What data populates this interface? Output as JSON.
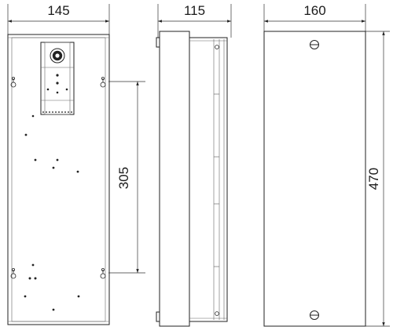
{
  "dimensions": {
    "front_width": "145",
    "side_depth": "115",
    "rear_width": "160",
    "mount_spacing": "305",
    "height": "470"
  }
}
